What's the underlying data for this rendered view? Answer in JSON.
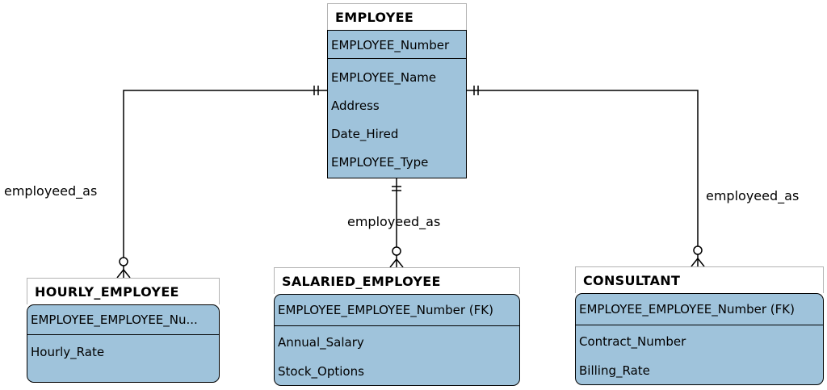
{
  "entities": {
    "employee": {
      "name": "EMPLOYEE",
      "pk": "EMPLOYEE_Number",
      "attributes": [
        "EMPLOYEE_Name",
        "Address",
        "Date_Hired",
        "EMPLOYEE_Type"
      ]
    },
    "hourly": {
      "name": "HOURLY_EMPLOYEE",
      "pk": "EMPLOYEE_EMPLOYEE_Nu...",
      "attributes": [
        "Hourly_Rate"
      ]
    },
    "salaried": {
      "name": "SALARIED_EMPLOYEE",
      "pk": "EMPLOYEE_EMPLOYEE_Number (FK)",
      "attributes": [
        "Annual_Salary",
        "Stock_Options"
      ]
    },
    "consultant": {
      "name": "CONSULTANT",
      "pk": "EMPLOYEE_EMPLOYEE_Number (FK)",
      "attributes": [
        "Contract_Number",
        "Billing_Rate"
      ]
    }
  },
  "relationships": {
    "left": "employeed_as",
    "center": "employeed_as",
    "right": "employeed_as"
  },
  "colors": {
    "entity_fill": "#9fc3db",
    "line": "#000000"
  }
}
